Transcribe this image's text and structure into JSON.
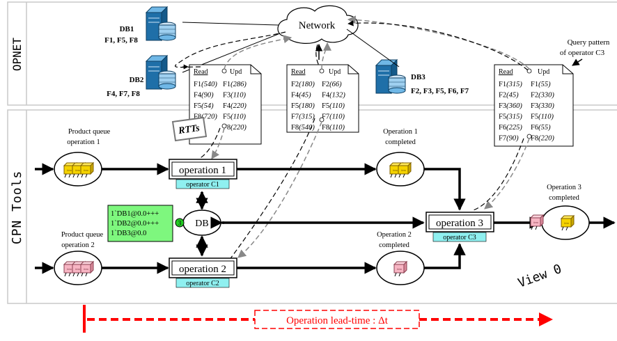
{
  "lanes": {
    "opnet": "OPNET",
    "cpn": "CPN Tools"
  },
  "network": {
    "label": "Network"
  },
  "databases": [
    {
      "name": "DB1",
      "files": "F1, F5, F8"
    },
    {
      "name": "DB2",
      "files": "F4, F7, F8"
    },
    {
      "name": "DB3",
      "files": "F2, F3, F5, F6, F7"
    }
  ],
  "query_pattern_label": [
    "Query pattern",
    "of operator C3"
  ],
  "docs": [
    {
      "read_header": "Read",
      "upd_header": "Upd",
      "read": [
        [
          "F1",
          "(540)"
        ],
        [
          "F4",
          "(90)"
        ],
        [
          "F5",
          "(54)"
        ],
        [
          "F8",
          "(720)"
        ]
      ],
      "upd": [
        [
          "F1",
          "(286)"
        ],
        [
          "F3",
          "(110)"
        ],
        [
          "F4",
          "(220)"
        ],
        [
          "F5",
          "(110)"
        ],
        [
          "F8",
          "(220)"
        ]
      ]
    },
    {
      "read_header": "Read",
      "upd_header": "Upd",
      "read": [
        [
          "F2",
          "(180)"
        ],
        [
          "F4",
          "(45)"
        ],
        [
          "F5",
          "(180)"
        ],
        [
          "F7",
          "(315)"
        ],
        [
          "F8",
          "(540)"
        ]
      ],
      "upd": [
        [
          "F2",
          "(66)"
        ],
        [
          "F4",
          "(132)"
        ],
        [
          "F5",
          "(110)"
        ],
        [
          "F7",
          "(110)"
        ],
        [
          "F8",
          "(110)"
        ]
      ]
    },
    {
      "read_header": "Read",
      "upd_header": "Upd",
      "read": [
        [
          "F1",
          "(315)"
        ],
        [
          "F2",
          "(45)"
        ],
        [
          "F3",
          "(360)"
        ],
        [
          "F5",
          "(315)"
        ],
        [
          "F6",
          "(225)"
        ],
        [
          "F7",
          "(90)"
        ]
      ],
      "upd": [
        [
          "F1",
          "(55)"
        ],
        [
          "F2",
          "(330)"
        ],
        [
          "F3",
          "(330)"
        ],
        [
          "F5",
          "(110)"
        ],
        [
          "F6",
          "(55)"
        ],
        [
          "F8",
          "(220)"
        ]
      ]
    }
  ],
  "rtts_label": "RTTs",
  "places": {
    "queue1": [
      "Product queue",
      "operation 1"
    ],
    "queue2": [
      "Product queue",
      "operation 2"
    ],
    "done1": [
      "Operation 1",
      "completed"
    ],
    "done2": [
      "Operation 2",
      "completed"
    ],
    "done3": [
      "Operation 3",
      "completed"
    ],
    "db": "DB"
  },
  "transitions": [
    {
      "label": "operation 1",
      "operator": "operator C1"
    },
    {
      "label": "operation 2",
      "operator": "operator C2"
    },
    {
      "label": "operation 3",
      "operator": "operator C3"
    }
  ],
  "marking": {
    "count": "3",
    "lines": [
      "1`DB1@0.0+++",
      "1`DB2@0.0+++",
      "1`DB3@0.0"
    ]
  },
  "view_label": "View 0",
  "lead_time_label": "Operation lead-time : Δt",
  "colors": {
    "token_box": "#7ef77e",
    "operator_tag": "#8ff0f0",
    "lead_time": "#ff0000",
    "server": "#1f6fa8"
  }
}
